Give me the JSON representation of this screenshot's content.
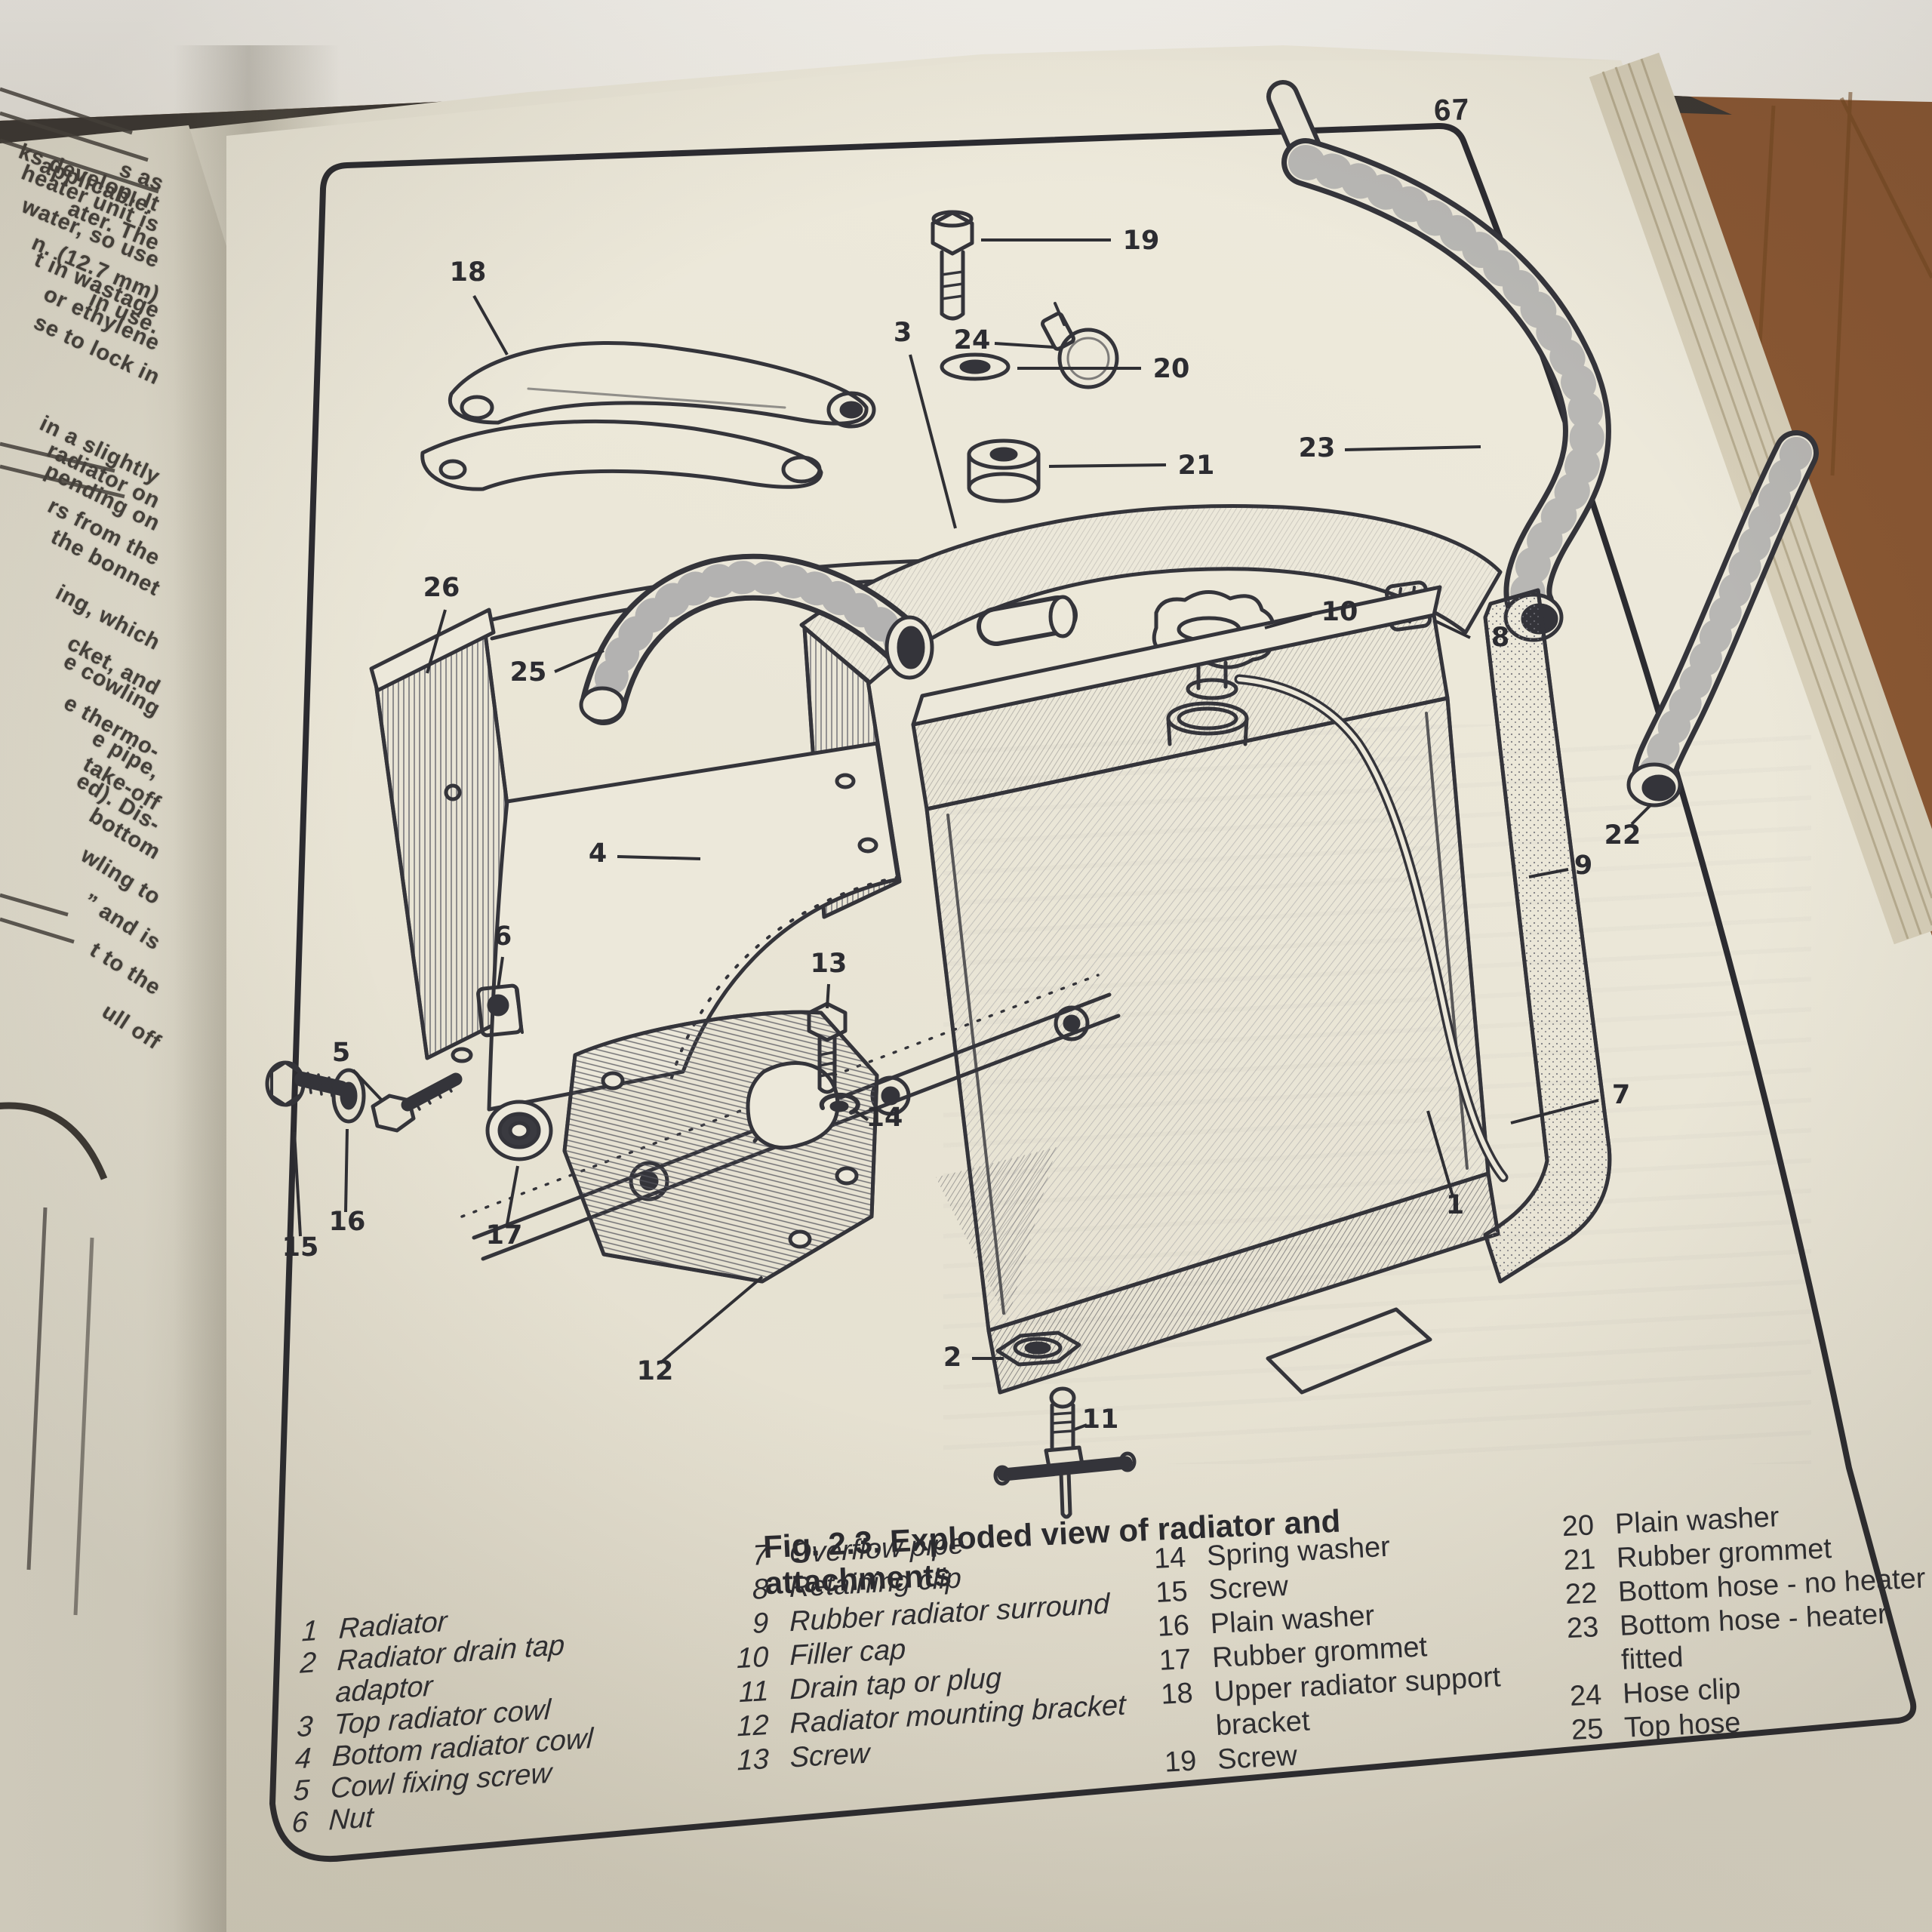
{
  "scene": {
    "wall_color": "#f4f2ed",
    "wood_color": "#8a5733",
    "page_color": "#ece8da",
    "ink_color": "#2c2c31"
  },
  "page": {
    "number": "67",
    "figure_caption": "Fig. 2.3. Exploded view of radiator and attachments"
  },
  "left_page": {
    "fragments": [
      "s as applicable.",
      "ks develop. It",
      "heater unit is",
      "ater. The",
      "water, so use",
      "n. (12.7 mm)",
      "t in wastage",
      "in use.",
      "or ethylene",
      "se to lock in",
      "in a slightly",
      "radiator on",
      "pending on",
      "rs from the",
      "the bonnet",
      "ing, which",
      "cket, and",
      "e cowling",
      "e thermo-",
      "e pipe,",
      "take-off",
      "ed). Dis-",
      "bottom",
      "wling to",
      "” and is",
      "t to the",
      "ull off"
    ]
  },
  "diagram": {
    "callouts": [
      "19",
      "20",
      "18",
      "21",
      "3",
      "24",
      "23",
      "10",
      "26",
      "25",
      "8",
      "4",
      "6",
      "22",
      "9",
      "5",
      "13",
      "7",
      "15",
      "16",
      "17",
      "14",
      "12",
      "2",
      "11",
      "1"
    ]
  },
  "parts_list": {
    "columns": [
      [
        {
          "num": "1",
          "label": "Radiator"
        },
        {
          "num": "2",
          "label": "Radiator drain tap adaptor"
        },
        {
          "num": "3",
          "label": "Top radiator cowl"
        },
        {
          "num": "4",
          "label": "Bottom radiator cowl"
        },
        {
          "num": "5",
          "label": "Cowl fixing screw"
        },
        {
          "num": "6",
          "label": "Nut"
        }
      ],
      [
        {
          "num": "7",
          "label": "Overflow pipe"
        },
        {
          "num": "8",
          "label": "Retaining clip"
        },
        {
          "num": "9",
          "label": "Rubber radiator surround"
        },
        {
          "num": "10",
          "label": "Filler cap"
        },
        {
          "num": "11",
          "label": "Drain tap or plug"
        },
        {
          "num": "12",
          "label": "Radiator mounting bracket"
        },
        {
          "num": "13",
          "label": "Screw"
        }
      ],
      [
        {
          "num": "14",
          "label": "Spring washer"
        },
        {
          "num": "15",
          "label": "Screw"
        },
        {
          "num": "16",
          "label": "Plain washer"
        },
        {
          "num": "17",
          "label": "Rubber grommet"
        },
        {
          "num": "18",
          "label": "Upper radiator support bracket"
        },
        {
          "num": "19",
          "label": "Screw"
        }
      ],
      [
        {
          "num": "20",
          "label": "Plain washer"
        },
        {
          "num": "21",
          "label": "Rubber grommet"
        },
        {
          "num": "22",
          "label": "Bottom hose - no heater"
        },
        {
          "num": "23",
          "label": "Bottom hose - heater fitted"
        },
        {
          "num": "24",
          "label": "Hose clip"
        },
        {
          "num": "25",
          "label": "Top hose"
        }
      ]
    ]
  }
}
